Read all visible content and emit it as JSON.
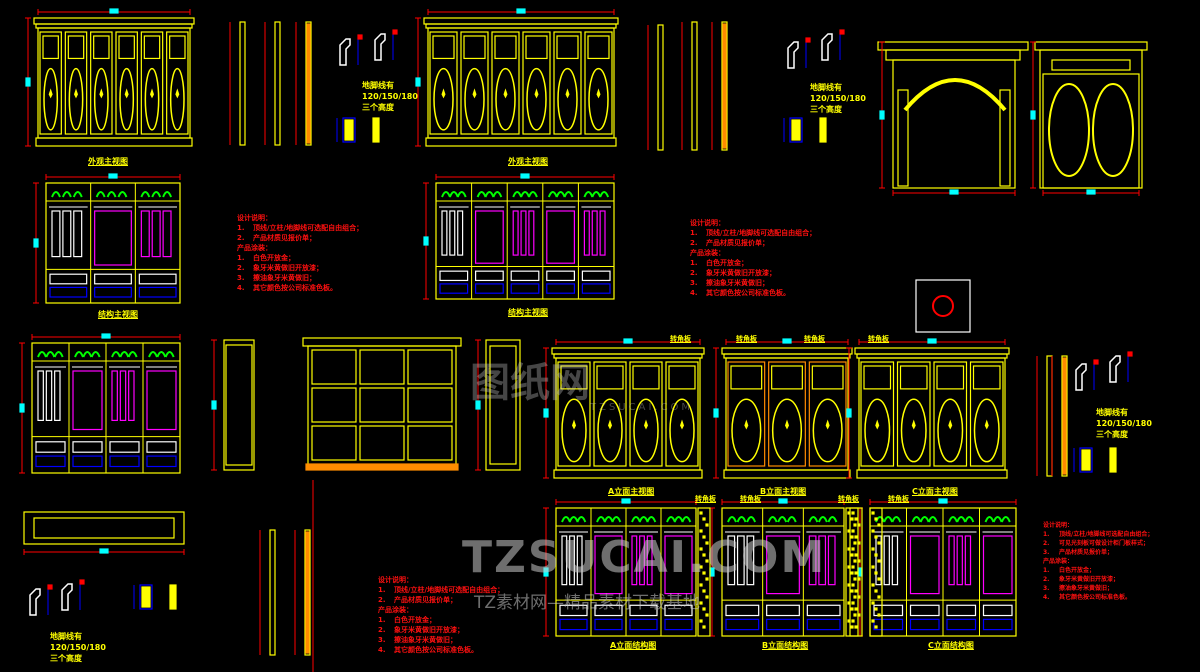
{
  "captions": {
    "exterior_view": "外观主视图",
    "exterior_view_2": "外观主视图",
    "structure_view": "结构主视图",
    "structure_view_2": "结构主视图",
    "a_elevation": "A立面主视图",
    "b_elevation": "B立面主视图",
    "c_elevation": "C立面主视图",
    "a_structure": "A立面结构图",
    "b_structure": "B立面结构图",
    "c_structure": "C立面结构图",
    "corner_panel": "转角板"
  },
  "baseboard_info": {
    "line1": "地脚线有",
    "line2": "120/150/180",
    "line3": "三个高度"
  },
  "notes_standard": {
    "title": "设计说明：",
    "items": [
      "顶线/立柱/地脚线可选配自由组合；",
      "产品材质见报价单；"
    ],
    "finish_title": "产品涂装：",
    "finishes": [
      "白色开放金；",
      "象牙米黄做旧开放漆；",
      "擦油象牙米黄做旧；",
      "其它颜色按公司标准色板。"
    ]
  },
  "notes_extended": {
    "title": "设计说明：",
    "items": [
      "顶线/立柱/地脚线可选配自由组合；",
      "可见光刻板可做设计柜门板样式；",
      "产品材质见报价单；"
    ],
    "finish_title": "产品涂装：",
    "finishes": [
      "白色开放金；",
      "象牙米黄做旧开放漆；",
      "擦油象牙米黄做旧；",
      "其它颜色按公司标准色板。"
    ]
  },
  "watermark": {
    "main": "TZSUCAI.COM",
    "sub": "TZ素材网—精品素材下载基地",
    "mid": "TZSUCAI.COM",
    "cn": "图纸网"
  },
  "colors": {
    "line": "#ffff00",
    "dimension": "#ff0000",
    "hanger": "#00ff00",
    "garment": "#ff00ff",
    "dim_text": "#00ffff",
    "accent_orange": "#ff8c00"
  }
}
